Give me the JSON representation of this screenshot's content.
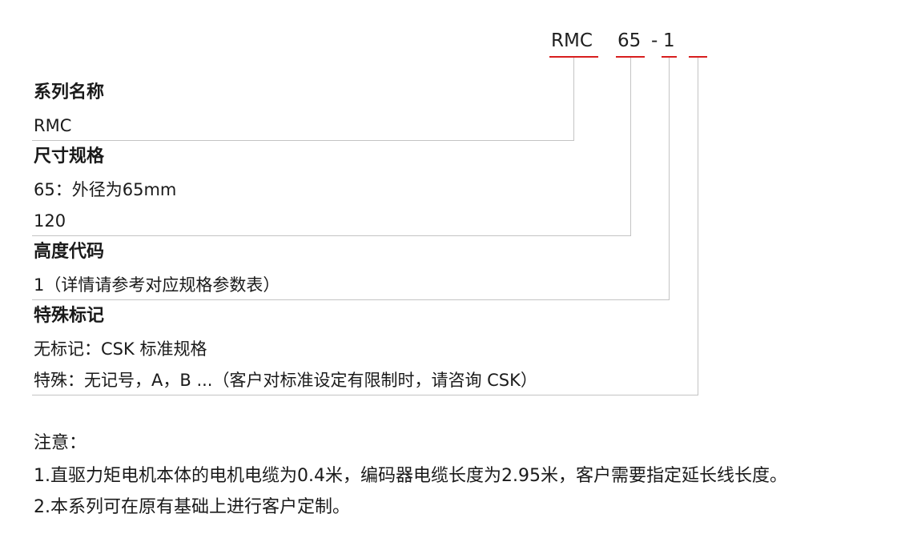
{
  "code": {
    "series": "RMC",
    "size": "65",
    "dash": "-",
    "height": "1"
  },
  "sections": {
    "series": {
      "title": "系列名称",
      "lines": [
        "RMC"
      ]
    },
    "size": {
      "title": "尺寸规格",
      "lines": [
        "65：外径为65mm",
        "120"
      ]
    },
    "height": {
      "title": "高度代码",
      "lines": [
        "1（详情请参考对应规格参数表）"
      ]
    },
    "special": {
      "title": "特殊标记",
      "lines": [
        "无标记：CSK 标准规格",
        "特殊：无记号，A，B ...（客户对标准设定有限制时，请咨询 CSK）"
      ]
    }
  },
  "notes": {
    "title": "注意：",
    "items": [
      "1.直驱力矩电机本体的电机电缆为0.4米，编码器电缆长度为2.95米，客户需要指定延长线长度。",
      "2.本系列可在原有基础上进行客户定制。"
    ]
  },
  "colors": {
    "accent": "#d81e1e",
    "rule": "#c4c4c4"
  }
}
